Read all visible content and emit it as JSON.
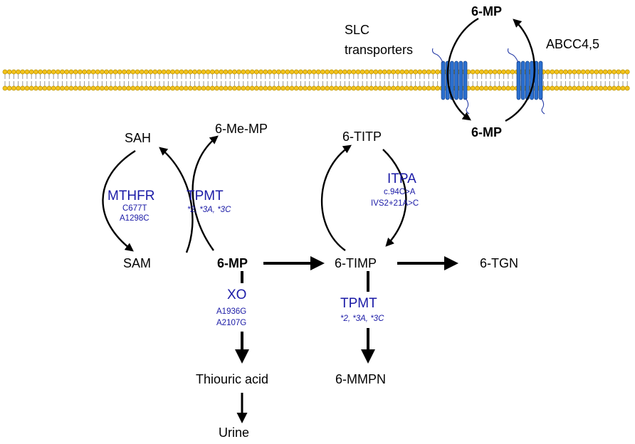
{
  "colors": {
    "enzyme": "#1a1aa6",
    "membrane_head": "#f2c21b",
    "membrane_head_stroke": "#b08a00",
    "transporter": "#2a6fcf",
    "arrow": "#000000"
  },
  "transport": {
    "drug_outside": "6-MP",
    "drug_inside": "6-MP",
    "importer_label_line1": "SLC",
    "importer_label_line2": "transporters",
    "exporter_label": "ABCC4,5"
  },
  "metabolites": {
    "sah": "SAH",
    "sam": "SAM",
    "six_me_mp": "6-Me-MP",
    "six_mp": "6-MP",
    "six_titp": "6-TITP",
    "six_timp": "6-TIMP",
    "six_tgn": "6-TGN",
    "six_mmpn": "6-MMPN",
    "thiouric_acid": "Thiouric acid",
    "urine": "Urine"
  },
  "enzymes": {
    "mthfr": {
      "name": "MTHFR",
      "variant1": "C677T",
      "variant2": "A1298C"
    },
    "tpmt_left": {
      "name": "TPMT",
      "variants": "*2, *3A, *3C"
    },
    "itpa": {
      "name": "ITPA",
      "variant1": "c.94C>A",
      "variant2": "IVS2+21A>C"
    },
    "xo": {
      "name": "XO",
      "variant1": "A1936G",
      "variant2": "A2107G"
    },
    "tpmt_right": {
      "name": "TPMT",
      "variants": "*2, *3A, *3C"
    }
  }
}
